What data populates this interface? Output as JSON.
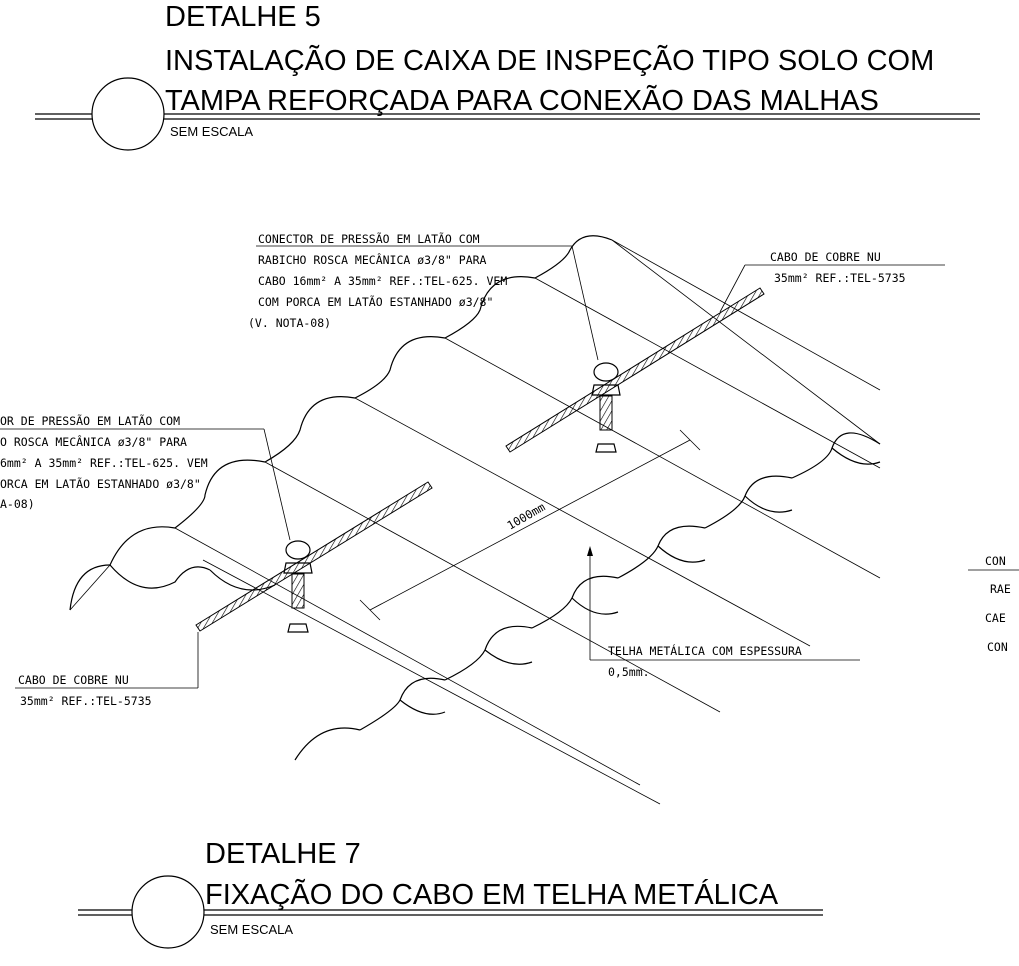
{
  "header_top": {
    "detail_number": "DETALHE 5",
    "title_line_1": "INSTALAÇÃO DE CAIXA DE INSPEÇÃO TIPO SOLO COM",
    "title_line_2": "TAMPA REFORÇADA PARA CONEXÃO DAS MALHAS",
    "scale": "SEM ESCALA"
  },
  "header_bottom": {
    "detail_number": "DETALHE 7",
    "title": "FIXAÇÃO DO CABO EM TELHA METÁLICA",
    "scale": "SEM ESCALA"
  },
  "callout_connector_right": {
    "lines": [
      "CONECTOR DE PRESSÃO EM LATÃO COM",
      "RABICHO ROSCA MECÂNICA ø3/8\" PARA",
      "CABO 16mm² A 35mm² REF.:TEL-625. VEM",
      "COM PORCA EM LATÃO ESTANHADO ø3/8\"",
      "(V. NOTA-08)"
    ]
  },
  "callout_connector_left": {
    "lines": [
      "OR DE PRESSÃO EM LATÃO COM",
      "O ROSCA MECÂNICA ø3/8\" PARA",
      "6mm² A 35mm² REF.:TEL-625. VEM",
      "ORCA EM LATÃO ESTANHADO ø3/8\"",
      "A-08)"
    ]
  },
  "callout_cable_right": {
    "line_1": "CABO DE COBRE NU",
    "line_2": "35mm² REF.:TEL-5735"
  },
  "callout_cable_left": {
    "line_1": "CABO DE COBRE NU",
    "line_2": "35mm² REF.:TEL-5735"
  },
  "callout_roof": {
    "line_1": "TELHA METÁLICA COM ESPESSURA",
    "line_2": "0,5mm."
  },
  "dimension": {
    "spacing": "1000mm"
  },
  "cut_off_right": {
    "lines": [
      "CON",
      "RAE",
      "CAE",
      "CON"
    ]
  }
}
